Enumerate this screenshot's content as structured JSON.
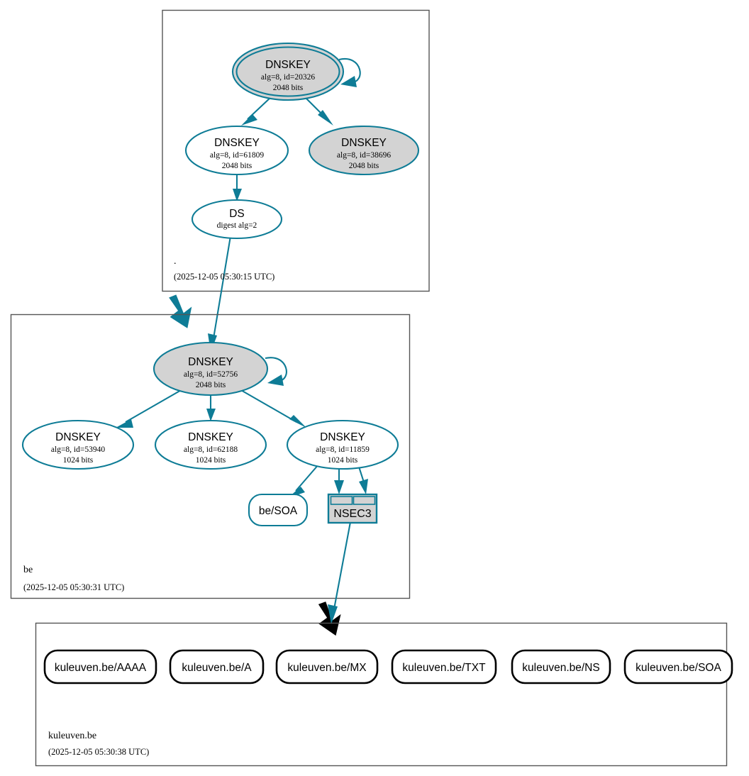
{
  "diagram": {
    "kind": "dnssec-authentication-chain",
    "colors": {
      "secure": "#0e7c96",
      "insecure": "#000000",
      "ksk_fill": "#d3d3d3",
      "zsk_fill": "#ffffff",
      "zone_border": "#555555",
      "nsec_fill": "#d3d3d3"
    }
  },
  "zones": [
    {
      "id": "root",
      "name": ".",
      "timestamp": "(2025-12-05 05:30:15 UTC)",
      "nodes": [
        {
          "id": "root-ksk-20326",
          "type": "DNSKEY",
          "title": "DNSKEY",
          "line2": "alg=8, id=20326",
          "line3": "2048 bits",
          "role": "ksk",
          "shape": "doubleellipse",
          "fill": "gray"
        },
        {
          "id": "root-zsk-61809",
          "type": "DNSKEY",
          "title": "DNSKEY",
          "line2": "alg=8, id=61809",
          "line3": "2048 bits",
          "role": "zsk",
          "shape": "ellipse",
          "fill": "white"
        },
        {
          "id": "root-ksk-38696",
          "type": "DNSKEY",
          "title": "DNSKEY",
          "line2": "alg=8, id=38696",
          "line3": "2048 bits",
          "role": "ksk",
          "shape": "ellipse",
          "fill": "gray"
        },
        {
          "id": "root-ds",
          "type": "DS",
          "title": "DS",
          "line2": "digest alg=2",
          "line3": "",
          "role": "ds",
          "shape": "ellipse",
          "fill": "white"
        }
      ]
    },
    {
      "id": "be",
      "name": "be",
      "timestamp": "(2025-12-05 05:30:31 UTC)",
      "nodes": [
        {
          "id": "be-ksk-52756",
          "type": "DNSKEY",
          "title": "DNSKEY",
          "line2": "alg=8, id=52756",
          "line3": "2048 bits",
          "role": "ksk",
          "shape": "ellipse",
          "fill": "gray"
        },
        {
          "id": "be-zsk-53940",
          "type": "DNSKEY",
          "title": "DNSKEY",
          "line2": "alg=8, id=53940",
          "line3": "1024 bits",
          "role": "zsk",
          "shape": "ellipse",
          "fill": "white"
        },
        {
          "id": "be-zsk-62188",
          "type": "DNSKEY",
          "title": "DNSKEY",
          "line2": "alg=8, id=62188",
          "line3": "1024 bits",
          "role": "zsk",
          "shape": "ellipse",
          "fill": "white"
        },
        {
          "id": "be-zsk-11859",
          "type": "DNSKEY",
          "title": "DNSKEY",
          "line2": "alg=8, id=11859",
          "line3": "1024 bits",
          "role": "zsk",
          "shape": "ellipse",
          "fill": "white"
        },
        {
          "id": "be-soa",
          "type": "RRSET",
          "title": "be/SOA",
          "shape": "rounded-box",
          "status": "secure"
        },
        {
          "id": "be-nsec3",
          "type": "NSEC3",
          "title": "NSEC3",
          "shape": "table",
          "status": "secure"
        }
      ]
    },
    {
      "id": "kuleuven",
      "name": "kuleuven.be",
      "timestamp": "(2025-12-05 05:30:38 UTC)",
      "nodes": [
        {
          "id": "ku-aaaa",
          "type": "RRSET",
          "title": "kuleuven.be/AAAA",
          "shape": "rounded-box",
          "status": "insecure"
        },
        {
          "id": "ku-a",
          "type": "RRSET",
          "title": "kuleuven.be/A",
          "shape": "rounded-box",
          "status": "insecure"
        },
        {
          "id": "ku-mx",
          "type": "RRSET",
          "title": "kuleuven.be/MX",
          "shape": "rounded-box",
          "status": "insecure"
        },
        {
          "id": "ku-txt",
          "type": "RRSET",
          "title": "kuleuven.be/TXT",
          "shape": "rounded-box",
          "status": "insecure"
        },
        {
          "id": "ku-ns",
          "type": "RRSET",
          "title": "kuleuven.be/NS",
          "shape": "rounded-box",
          "status": "insecure"
        },
        {
          "id": "ku-soa",
          "type": "RRSET",
          "title": "kuleuven.be/SOA",
          "shape": "rounded-box",
          "status": "insecure"
        }
      ]
    }
  ],
  "edges": [
    {
      "from": "root-ksk-20326",
      "to": "root-ksk-20326",
      "style": "self-loop",
      "color": "secure"
    },
    {
      "from": "root-ksk-20326",
      "to": "root-zsk-61809",
      "style": "arrow",
      "color": "secure"
    },
    {
      "from": "root-ksk-20326",
      "to": "root-ksk-38696",
      "style": "arrow",
      "color": "secure"
    },
    {
      "from": "root-zsk-61809",
      "to": "root-ds",
      "style": "arrow",
      "color": "secure"
    },
    {
      "from": "root-ds",
      "to": "be-ksk-52756",
      "style": "arrow",
      "color": "secure"
    },
    {
      "from": "be-ksk-52756",
      "to": "be-ksk-52756",
      "style": "self-loop",
      "color": "secure"
    },
    {
      "from": "be-ksk-52756",
      "to": "be-zsk-53940",
      "style": "arrow",
      "color": "secure"
    },
    {
      "from": "be-ksk-52756",
      "to": "be-zsk-62188",
      "style": "arrow",
      "color": "secure"
    },
    {
      "from": "be-ksk-52756",
      "to": "be-zsk-11859",
      "style": "arrow",
      "color": "secure"
    },
    {
      "from": "be-zsk-11859",
      "to": "be-soa",
      "style": "arrow",
      "color": "secure"
    },
    {
      "from": "be-zsk-11859",
      "to": "be-nsec3-cell-1",
      "style": "arrow",
      "color": "secure"
    },
    {
      "from": "be-zsk-11859",
      "to": "be-nsec3-cell-2",
      "style": "arrow",
      "color": "secure"
    },
    {
      "from": "be-nsec3",
      "to": "kuleuven",
      "style": "arrow",
      "color": "secure"
    }
  ],
  "delegations": [
    {
      "from": "root",
      "to": "be",
      "color": "secure"
    },
    {
      "from": "be",
      "to": "kuleuven",
      "color": "insecure"
    }
  ]
}
